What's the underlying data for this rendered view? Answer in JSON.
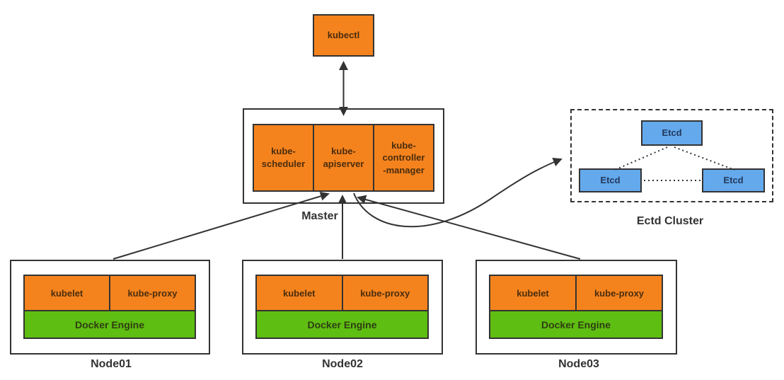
{
  "diagram_title": "Kubernetes cluster architecture diagram",
  "colors": {
    "component_orange": "#f5831d",
    "engine_green": "#5ebe12",
    "etcd_blue": "#64a9ec",
    "line_dark": "#333333",
    "background": "#ffffff"
  },
  "kubectl": {
    "label": "kubectl"
  },
  "master": {
    "label": "Master",
    "components": [
      {
        "label": "kube-\nscheduler"
      },
      {
        "label": "kube-\napiserver"
      },
      {
        "label": "kube-\ncontroller\n-manager"
      }
    ]
  },
  "etcd_cluster": {
    "label": "Ectd Cluster",
    "members": [
      {
        "label": "Etcd"
      },
      {
        "label": "Etcd"
      },
      {
        "label": "Etcd"
      }
    ]
  },
  "nodes": [
    {
      "label": "Node01",
      "components": [
        {
          "label": "kubelet"
        },
        {
          "label": "kube-proxy"
        }
      ],
      "engine": {
        "label": "Docker Engine"
      }
    },
    {
      "label": "Node02",
      "components": [
        {
          "label": "kubelet"
        },
        {
          "label": "kube-proxy"
        }
      ],
      "engine": {
        "label": "Docker Engine"
      }
    },
    {
      "label": "Node03",
      "components": [
        {
          "label": "kubelet"
        },
        {
          "label": "kube-proxy"
        }
      ],
      "engine": {
        "label": "Docker Engine"
      }
    }
  ],
  "connections": {
    "kubectl_master": "bidirectional",
    "nodes_to_apiserver": "arrow",
    "apiserver_to_etcd": "curved arrow",
    "etcd_mesh": "dotted"
  }
}
